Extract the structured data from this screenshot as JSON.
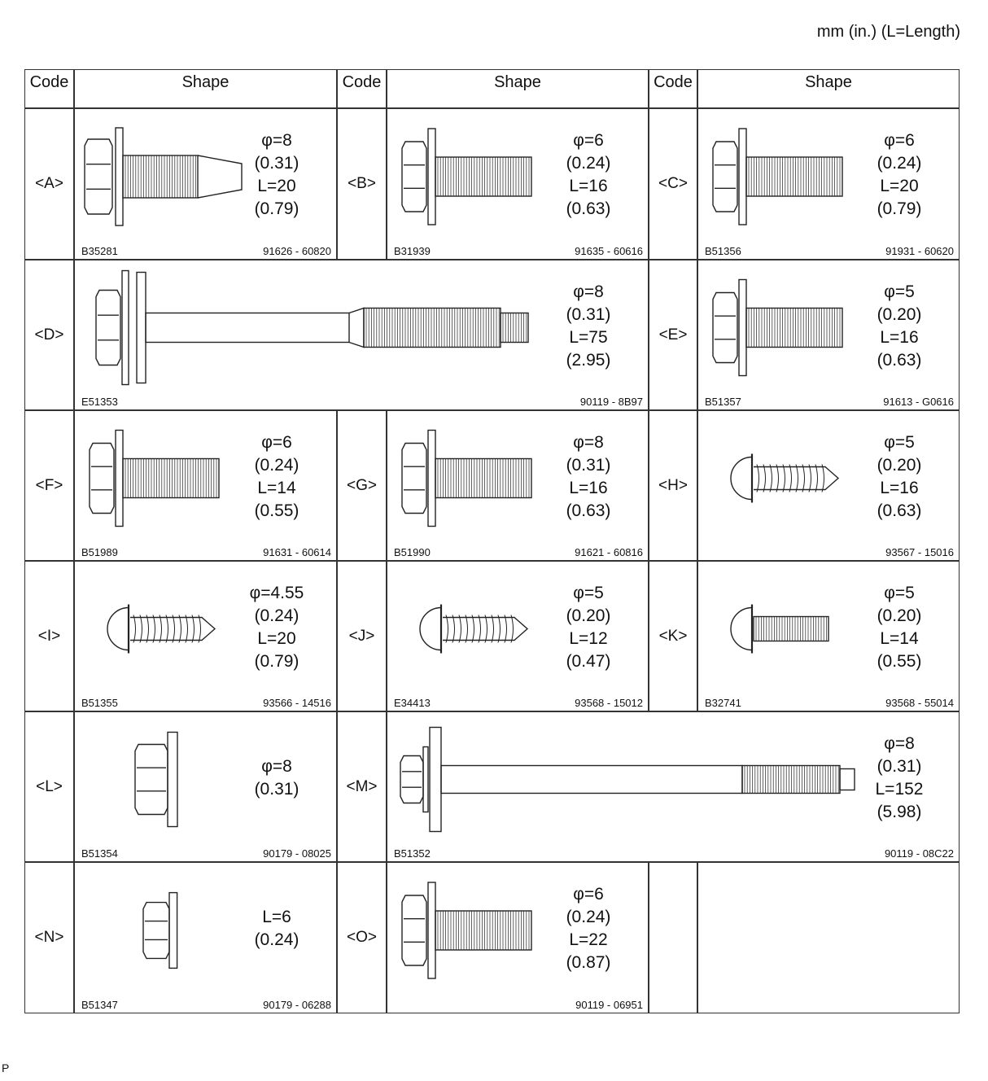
{
  "header_note": "mm (in.) (L=Length)",
  "footer_mark": "P",
  "columns": {
    "code": "Code",
    "shape": "Shape"
  },
  "fasteners": [
    {
      "code": "<A>",
      "spec": [
        "φ=8",
        "(0.31)",
        "L=20",
        "(0.79)"
      ],
      "figure_id": "B35281",
      "part_no": "91626 - 60820",
      "icon": "flange-bolt-tapered-icon"
    },
    {
      "code": "<B>",
      "spec": [
        "φ=6",
        "(0.24)",
        "L=16",
        "(0.63)"
      ],
      "figure_id": "B31939",
      "part_no": "91635 - 60616",
      "icon": "flange-bolt-icon"
    },
    {
      "code": "<C>",
      "spec": [
        "φ=6",
        "(0.24)",
        "L=20",
        "(0.79)"
      ],
      "figure_id": "B51356",
      "part_no": "91931 - 60620",
      "icon": "flange-bolt-icon"
    },
    {
      "code": "<D>",
      "spec": [
        "φ=8",
        "(0.31)",
        "L=75",
        "(2.95)"
      ],
      "figure_id": "E51353",
      "part_no": "90119 - 8B97",
      "icon": "long-shank-bolt-icon"
    },
    {
      "code": "<E>",
      "spec": [
        "φ=5",
        "(0.20)",
        "L=16",
        "(0.63)"
      ],
      "figure_id": "B51357",
      "part_no": "91613 - G0616",
      "icon": "flange-bolt-icon"
    },
    {
      "code": "<F>",
      "spec": [
        "φ=6",
        "(0.24)",
        "L=14",
        "(0.55)"
      ],
      "figure_id": "B51989",
      "part_no": "91631 - 60614",
      "icon": "flange-bolt-icon"
    },
    {
      "code": "<G>",
      "spec": [
        "φ=8",
        "(0.31)",
        "L=16",
        "(0.63)"
      ],
      "figure_id": "B51990",
      "part_no": "91621 - 60816",
      "icon": "flange-bolt-icon"
    },
    {
      "code": "<H>",
      "spec": [
        "φ=5",
        "(0.20)",
        "L=16",
        "(0.63)"
      ],
      "figure_id": "",
      "part_no": "93567 - 15016",
      "icon": "tapping-screw-icon"
    },
    {
      "code": "<I>",
      "spec": [
        "φ=4.55",
        "(0.24)",
        "L=20",
        "(0.79)"
      ],
      "figure_id": "B51355",
      "part_no": "93566 - 14516",
      "icon": "tapping-screw-icon"
    },
    {
      "code": "<J>",
      "spec": [
        "φ=5",
        "(0.20)",
        "L=12",
        "(0.47)"
      ],
      "figure_id": "E34413",
      "part_no": "93568 - 15012",
      "icon": "tapping-screw-icon"
    },
    {
      "code": "<K>",
      "spec": [
        "φ=5",
        "(0.20)",
        "L=14",
        "(0.55)"
      ],
      "figure_id": "B32741",
      "part_no": "93568 - 55014",
      "icon": "pan-head-screw-icon"
    },
    {
      "code": "<L>",
      "spec": [
        "φ=8",
        "(0.31)"
      ],
      "figure_id": "B51354",
      "part_no": "90179 - 08025",
      "icon": "flange-nut-icon"
    },
    {
      "code": "<M>",
      "spec": [
        "φ=8",
        "(0.31)",
        "L=152",
        "(5.98)"
      ],
      "figure_id": "B51352",
      "part_no": "90119 - 08C22",
      "icon": "long-shank-bolt-icon"
    },
    {
      "code": "<N>",
      "spec": [
        "L=6",
        "(0.24)"
      ],
      "figure_id": "B51347",
      "part_no": "90179 - 06288",
      "icon": "flange-nut-icon"
    },
    {
      "code": "<O>",
      "spec": [
        "φ=6",
        "(0.24)",
        "L=22",
        "(0.87)"
      ],
      "figure_id": "",
      "part_no": "90119 - 06951",
      "icon": "flange-bolt-icon"
    }
  ]
}
